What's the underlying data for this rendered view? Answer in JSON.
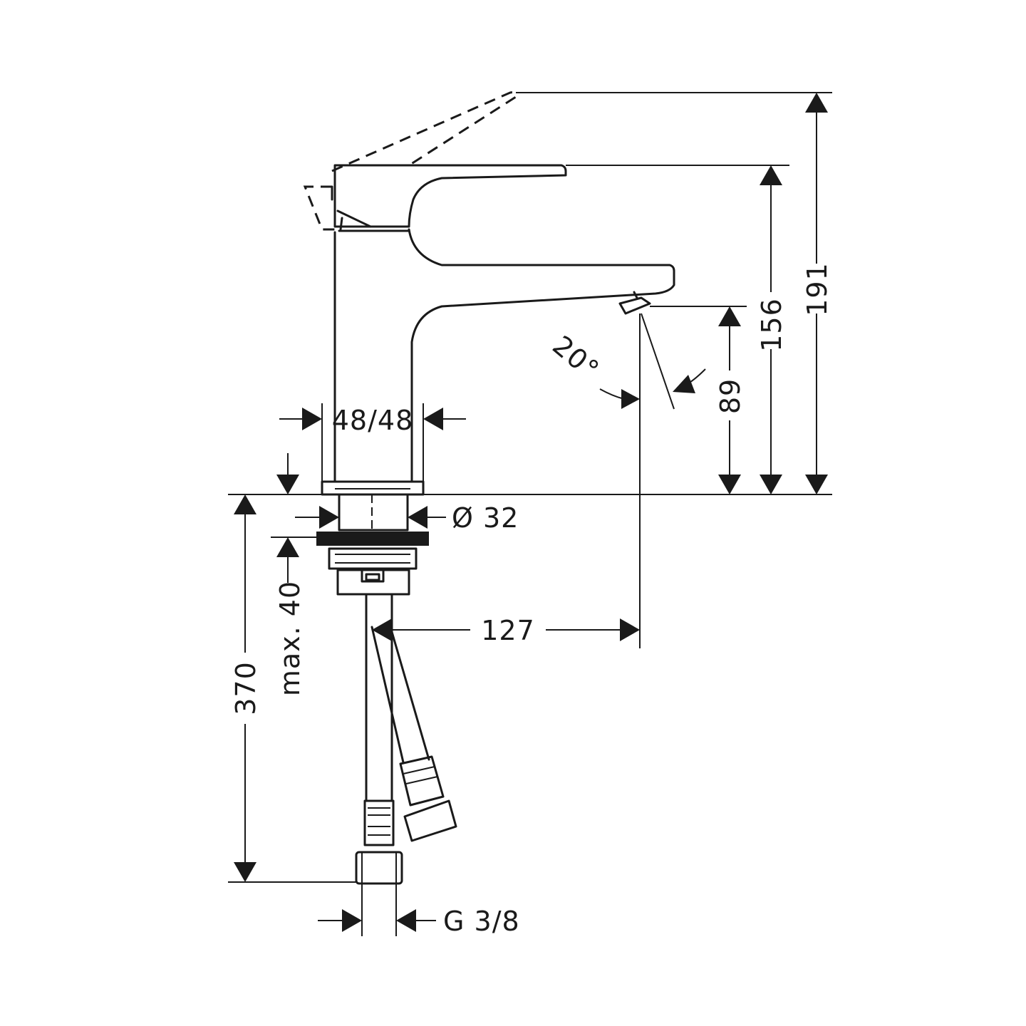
{
  "drawing": {
    "title": "",
    "colors": {
      "line": "#1a1a1a",
      "background": "#ffffff"
    }
  },
  "dimensions": {
    "total_height": "191",
    "lever_height": "156",
    "spout_height": "89",
    "spout_angle": "20°",
    "body_width": "48/48",
    "shank_diameter": "Ø 32",
    "max_thickness": "max. 40",
    "projection": "127",
    "hose_length": "370",
    "thread": "G 3/8"
  }
}
